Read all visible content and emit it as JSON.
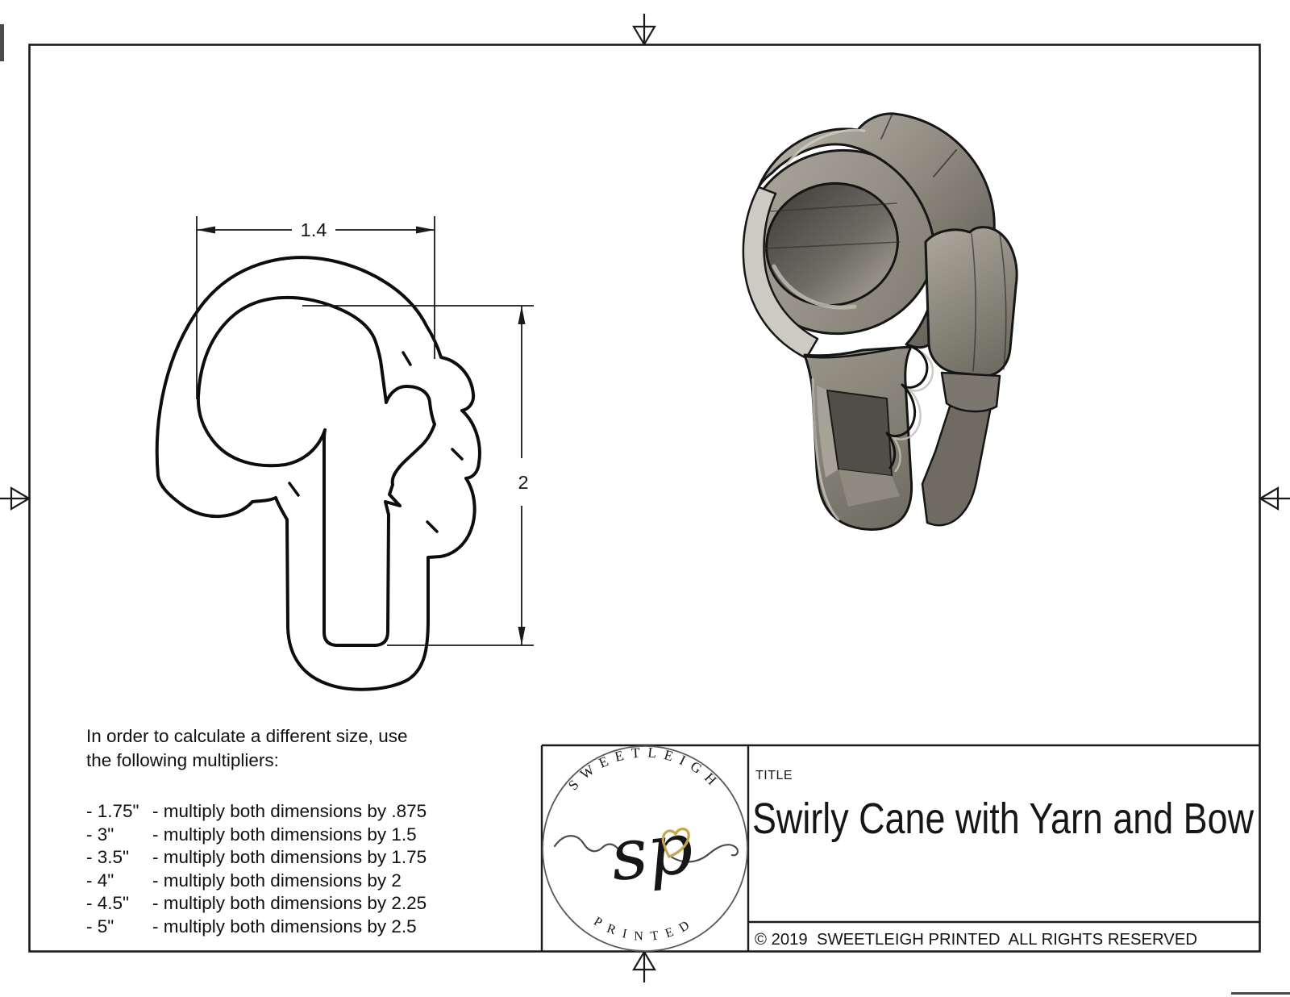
{
  "sheet": {
    "background": "#ffffff",
    "ink": "#1a1a1a"
  },
  "dimensions": {
    "width_label": "1.4",
    "height_label": "2"
  },
  "sizing_note": {
    "intro_line1": "In order to calculate a different size, use",
    "intro_line2": "the following multipliers:",
    "multipliers": [
      {
        "size": "- 1.75\"",
        "rule": "- multiply both dimensions by .875"
      },
      {
        "size": "- 3\"",
        "rule": "- multiply both dimensions by 1.5"
      },
      {
        "size": "- 3.5\"",
        "rule": "- multiply both dimensions by 1.75"
      },
      {
        "size": "- 4\"",
        "rule": "- multiply both dimensions by 2"
      },
      {
        "size": "- 4.5\"",
        "rule": "- multiply both dimensions by 2.25"
      },
      {
        "size": "- 5\"",
        "rule": "- multiply both dimensions by 2.5"
      }
    ]
  },
  "title_block": {
    "label": "TITLE",
    "title": "Swirly Cane with Yarn and Bow",
    "copyright": "© 2019  SWEETLEIGH PRINTED  ALL RIGHTS RESERVED"
  },
  "logo": {
    "brand_top": "SWEETLEIGH",
    "brand_bottom": "PRINTED",
    "monogram": "sp",
    "heart_color": "#c8a44d",
    "ink_color": "#4a4d52"
  },
  "render_colors": {
    "body": "#8b877c",
    "light": "#c9c6bd",
    "dark": "#57544d"
  }
}
